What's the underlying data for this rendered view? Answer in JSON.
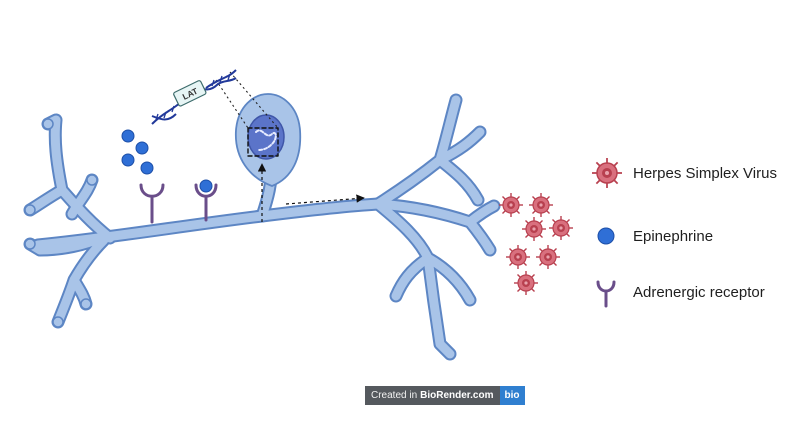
{
  "diagram": {
    "gene_tag": "LAT",
    "colors": {
      "neuron_fill": "#a9c4e8",
      "neuron_stroke": "#5d86c4",
      "nucleus": "#5b74c9",
      "virus_fill": "#d9707e",
      "virus_stroke": "#b8404f",
      "epinephrine": "#2f6fd6",
      "receptor": "#6a4e8a",
      "dna": "#22399a"
    },
    "legend": [
      {
        "label": "Herpes Simplex Virus",
        "icon": "herpes-virus-icon"
      },
      {
        "label": "Epinephrine",
        "icon": "epinephrine-molecule-icon"
      },
      {
        "label": "Adrenergic receptor",
        "icon": "adrenergic-receptor-icon"
      }
    ]
  },
  "credit": {
    "prefix": "Created in",
    "brand": "BioRender.com",
    "logo": "bio"
  }
}
